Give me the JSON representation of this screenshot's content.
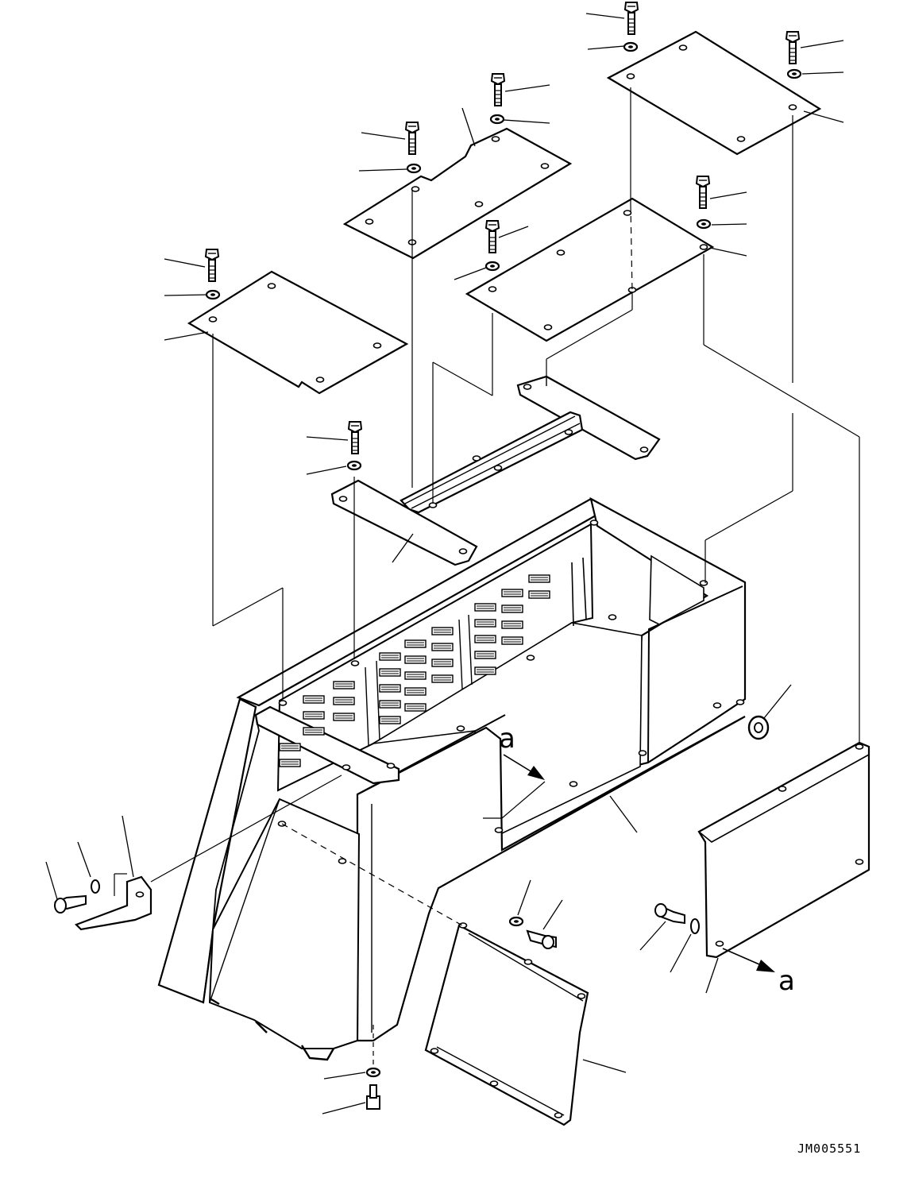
{
  "drawing": {
    "number": "JM005551",
    "view_labels": [
      "a",
      "a"
    ]
  },
  "colors": {
    "line": "#000000",
    "paper": "#ffffff"
  }
}
